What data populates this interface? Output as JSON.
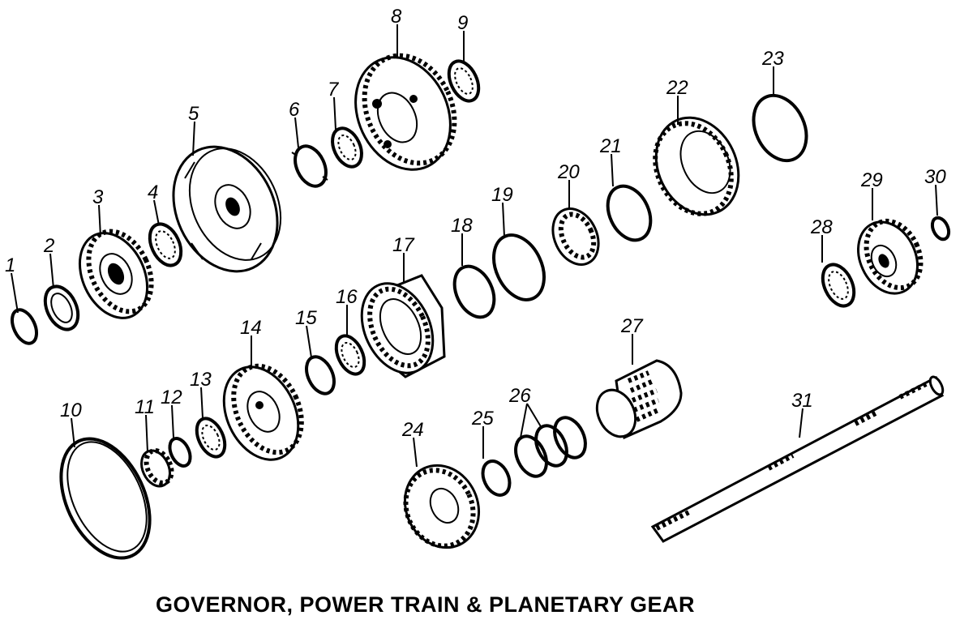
{
  "title": "GOVERNOR, POWER TRAIN & PLANETARY GEAR",
  "callouts": {
    "c1": "1",
    "c2": "2",
    "c3": "3",
    "c4": "4",
    "c5": "5",
    "c6": "6",
    "c7": "7",
    "c8": "8",
    "c9": "9",
    "c10": "10",
    "c11": "11",
    "c12": "12",
    "c13": "13",
    "c14": "14",
    "c15": "15",
    "c16": "16",
    "c17": "17",
    "c18": "18",
    "c19": "19",
    "c20": "20",
    "c21": "21",
    "c22": "22",
    "c23": "23",
    "c24": "24",
    "c25": "25",
    "c26": "26",
    "c27": "27",
    "c28": "28",
    "c29": "29",
    "c30": "30",
    "c31": "31"
  }
}
